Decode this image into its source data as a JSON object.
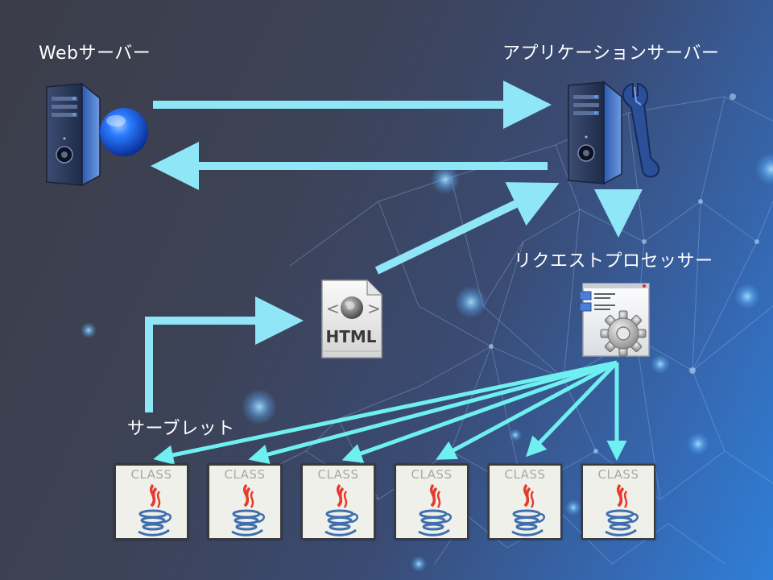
{
  "labels": {
    "web_server": "Webサーバー",
    "app_server": "アプリケーションサーバー",
    "request_processor": "リクエストプロセッサー",
    "servlet": "サーブレット"
  },
  "html_doc": {
    "text": "HTML"
  },
  "class_files": [
    {
      "label": "CLASS"
    },
    {
      "label": "CLASS"
    },
    {
      "label": "CLASS"
    },
    {
      "label": "CLASS"
    },
    {
      "label": "CLASS"
    },
    {
      "label": "CLASS"
    }
  ],
  "colors": {
    "arrow": "#8fe6f6",
    "arrow_class": "#6ff0f0",
    "server_body": "#2f4f86",
    "globe": "#1f6dff"
  },
  "icons": {
    "web_server": "server-globe-icon",
    "app_server": "server-wrench-icon",
    "request_processor": "window-gear-icon",
    "html_doc": "html-document-icon",
    "class_file": "java-class-icon"
  }
}
